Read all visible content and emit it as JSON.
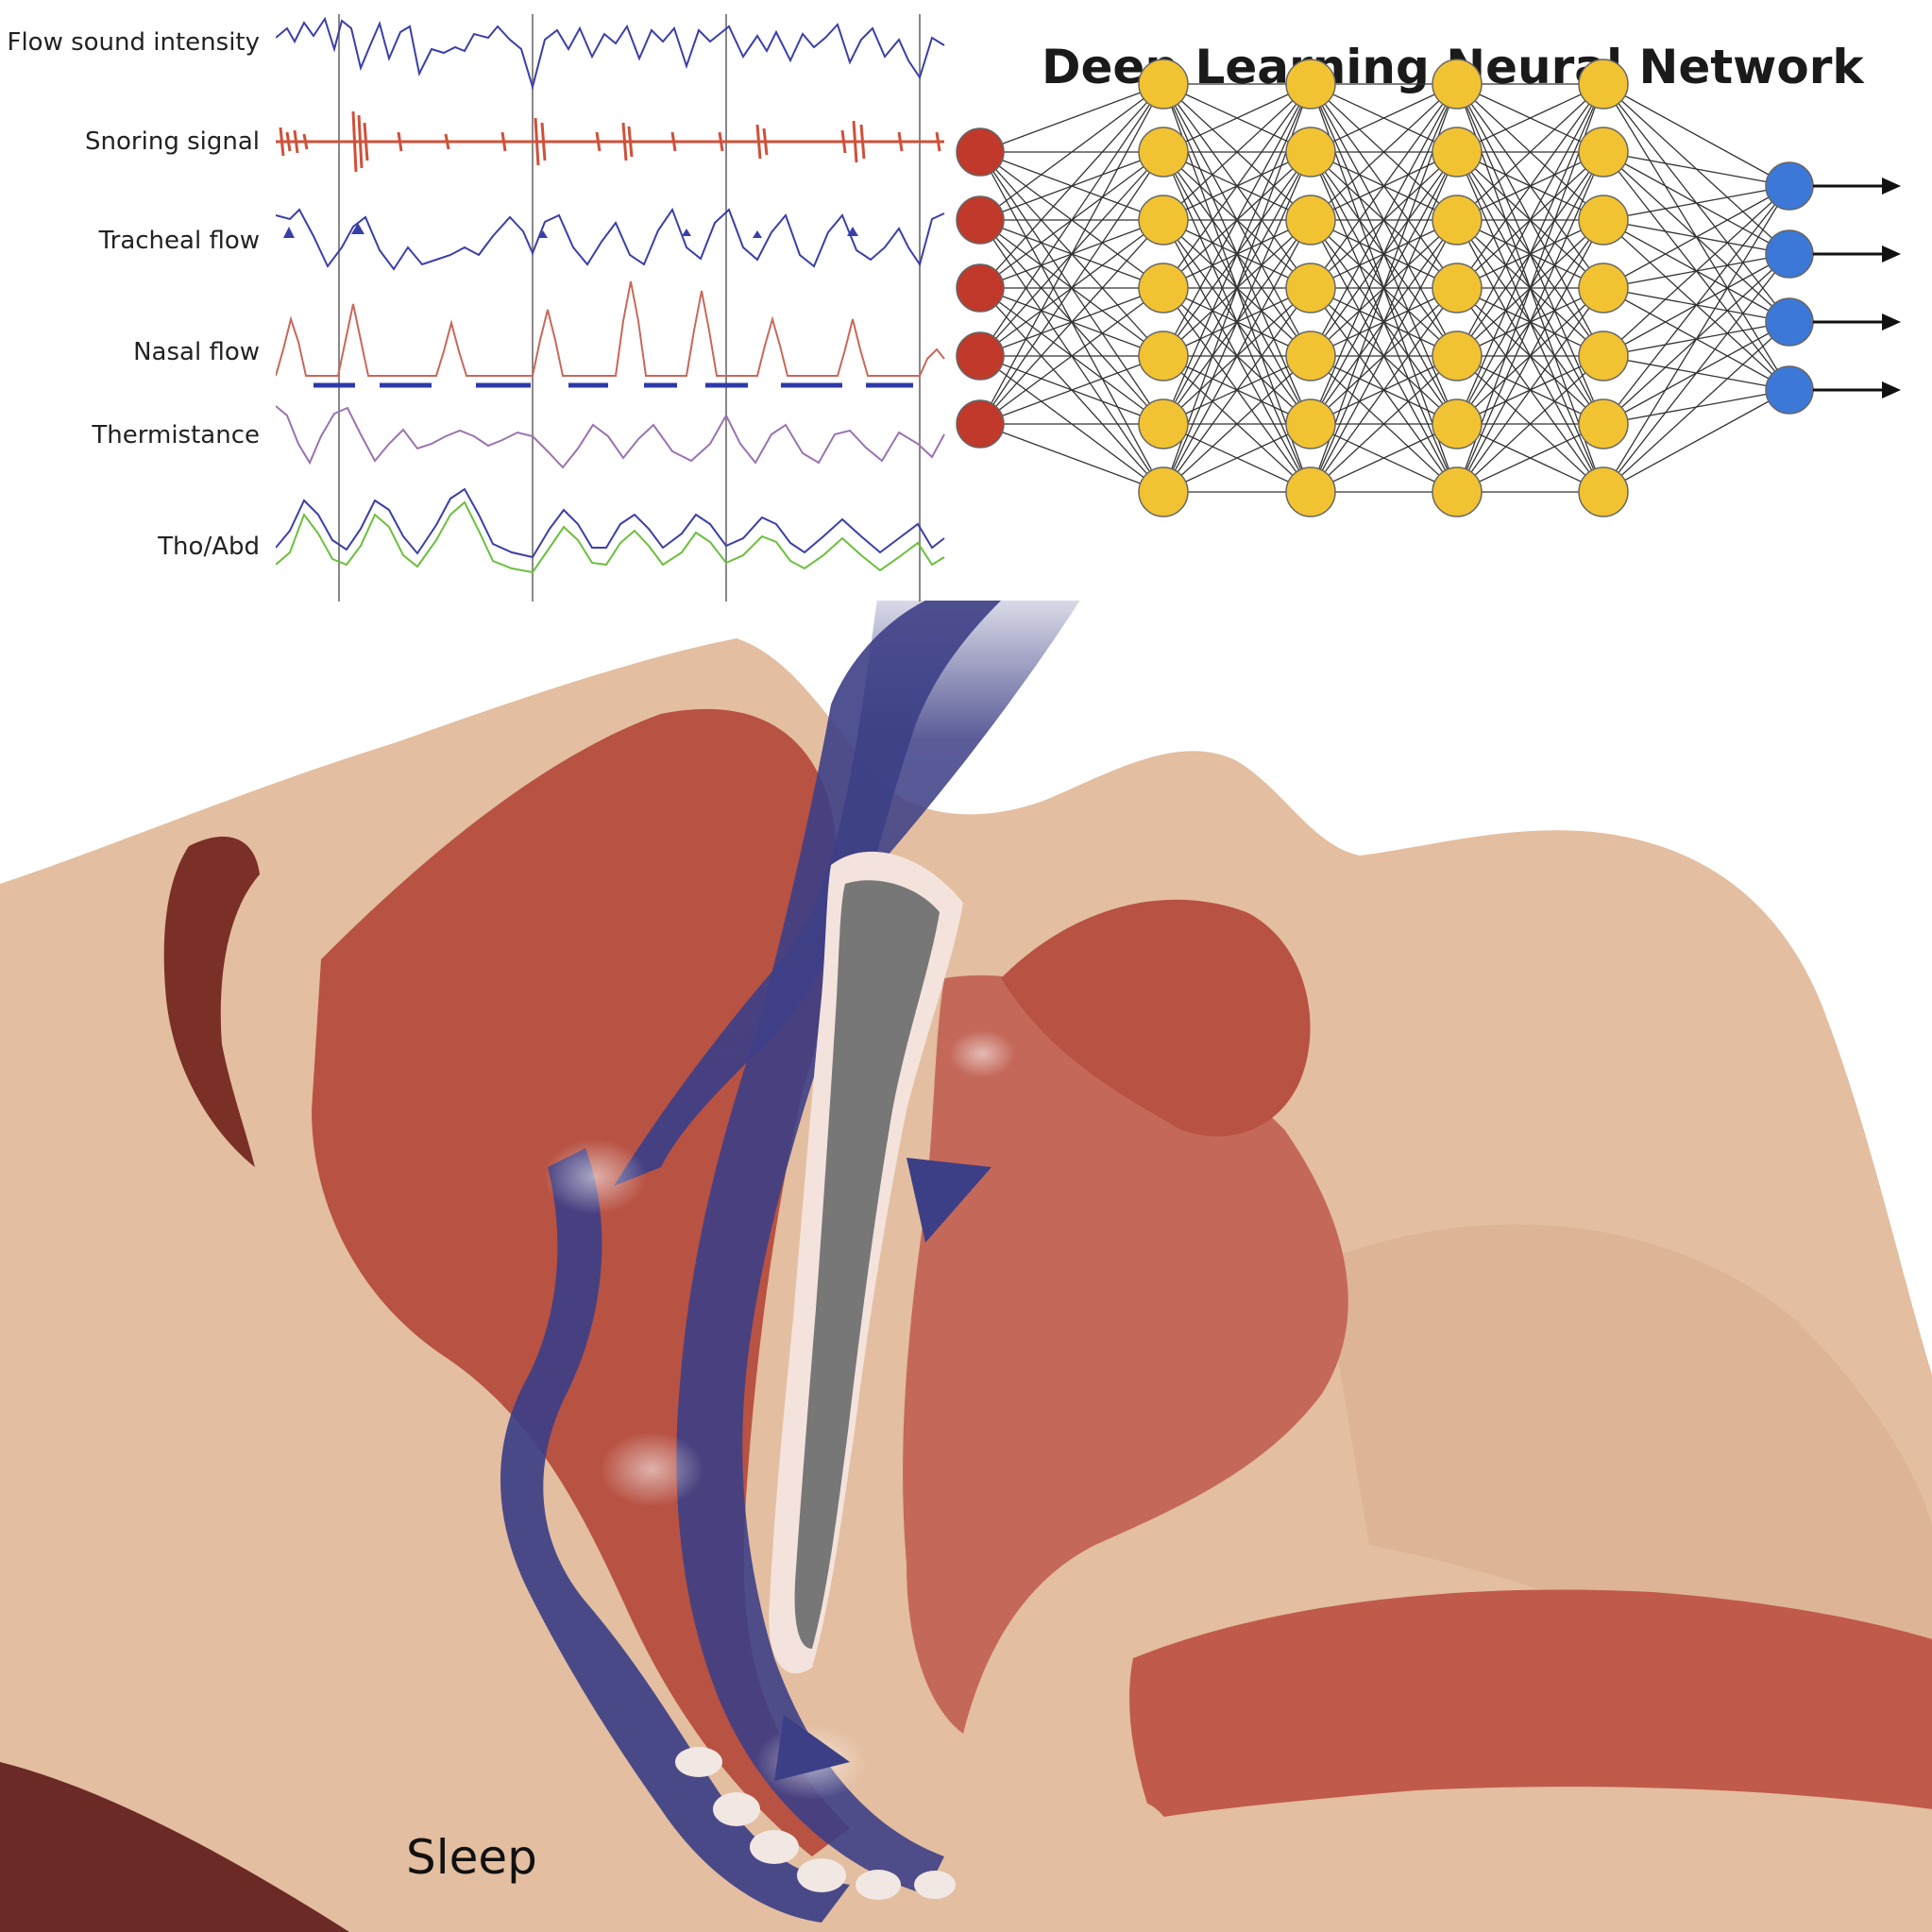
{
  "signals": {
    "labels": [
      "Flow sound intensity",
      "Snoring signal",
      "Tracheal flow",
      "Nasal flow",
      "Thermistance",
      "Tho/Abd"
    ]
  },
  "network": {
    "title": "Deep Learning Neural Network",
    "layers": [
      5,
      7,
      7,
      7,
      7,
      4
    ],
    "colors": {
      "input": "#c0392b",
      "hidden": "#f1c232",
      "output": "#3c78d8"
    }
  },
  "illustration": {
    "caption": "Sleep"
  },
  "colors": {
    "skin": "#e3bea0",
    "tissue": "#b85243",
    "airflow": "#3d3f86",
    "trace_blue": "#3a3fa8",
    "trace_red": "#d0503a",
    "trace_purple": "#9a73b0",
    "trace_green": "#6cbf3c"
  }
}
